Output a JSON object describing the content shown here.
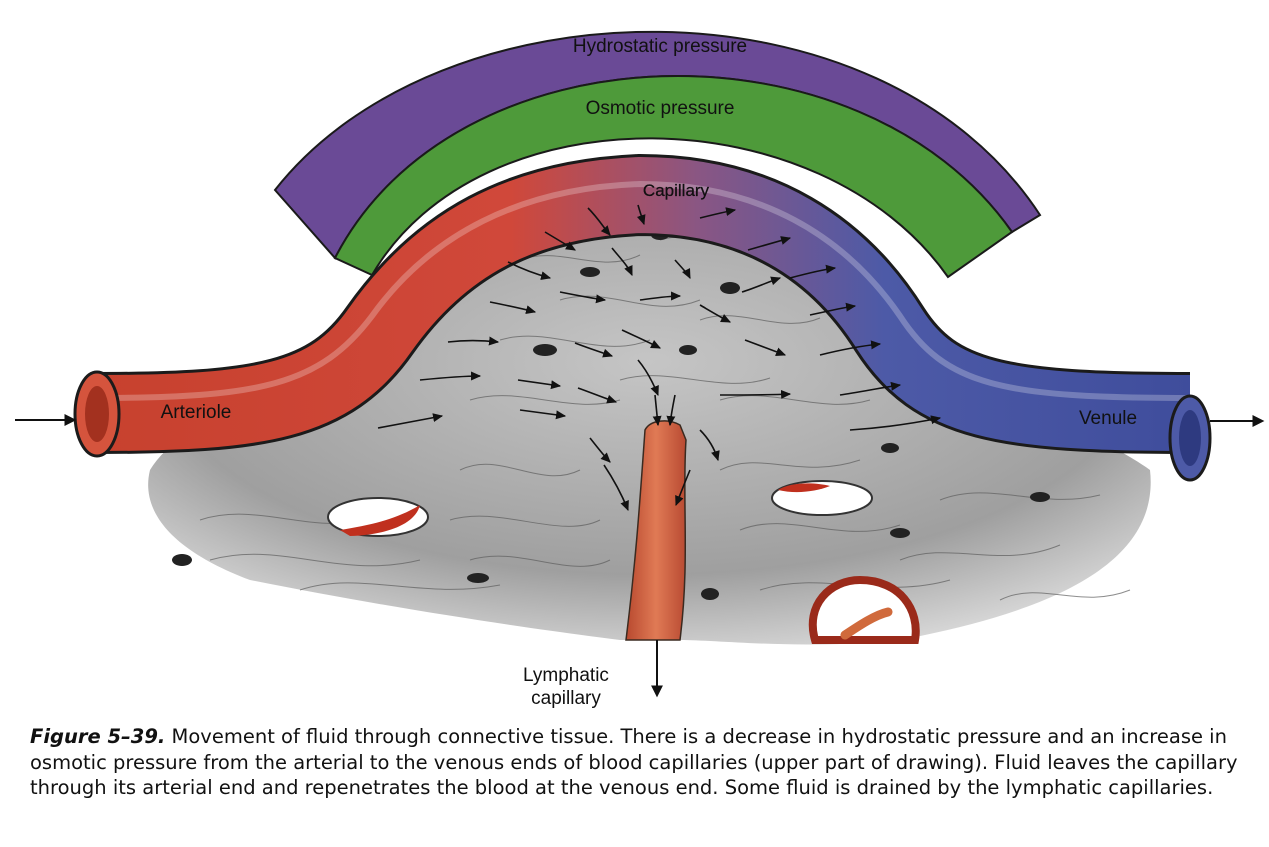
{
  "labels": {
    "hydrostatic": "Hydrostatic pressure",
    "osmotic": "Osmotic pressure",
    "capillary": "Capillary",
    "arteriole": "Arteriole",
    "venule": "Venule",
    "lymphatic_line1": "Lymphatic",
    "lymphatic_line2": "capillary"
  },
  "caption": {
    "figure_number": "Figure 5–39.",
    "text": "Movement of fluid through connective tissue. There is a decrease in hydrostatic pressure and an increase in osmotic pressure from the arterial to the venous ends of blood capillaries (upper part of drawing). Fluid leaves the capillary through its arterial end and repenetrates the blood at the venous end. Some fluid is drained by the lymphatic capillaries."
  },
  "colors": {
    "hydrostatic_band": "#6a4a96",
    "osmotic_band": "#4e9a3a",
    "arterial": "#d9533f",
    "venous": "#4c5aa6",
    "lymphatic": "#d3694a",
    "tissue": "#8e8e8e"
  }
}
